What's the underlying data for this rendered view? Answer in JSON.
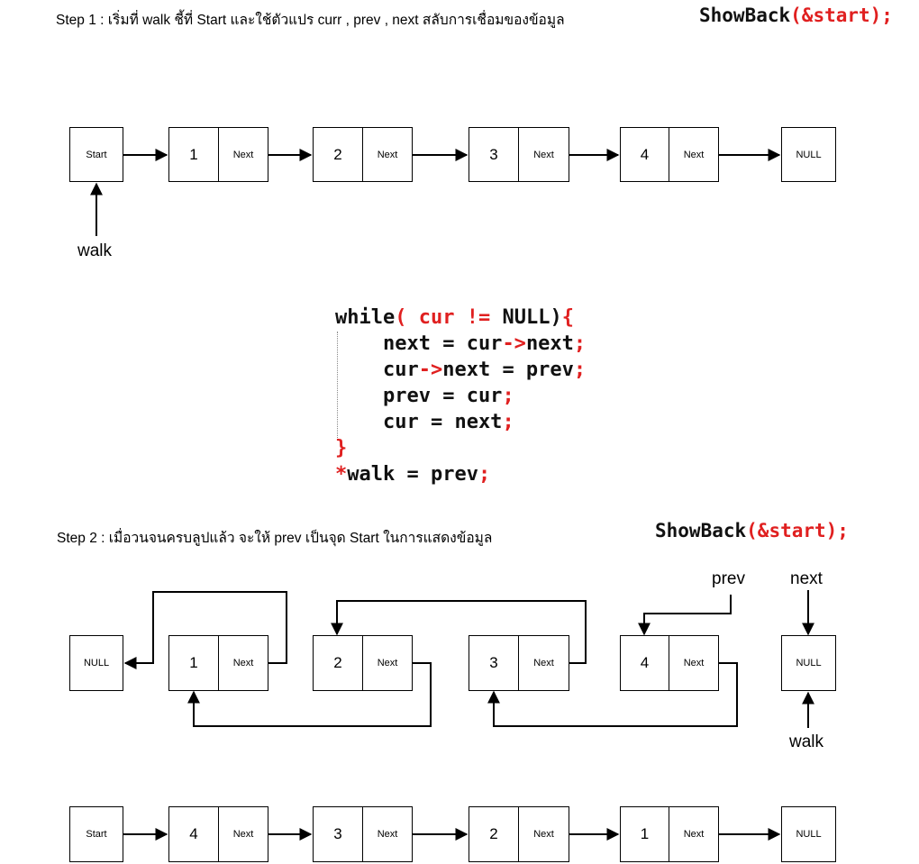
{
  "step1": {
    "text": "Step 1 : เริ่มที่ walk ชี้ที่ Start  และใช้ตัวแปร curr , prev , next สลับการเชื่อมของข้อมูล",
    "call_name": "ShowBack",
    "call_args": "(&start);"
  },
  "list1": {
    "head": "Start",
    "nodes": [
      {
        "value": "1",
        "next": "Next"
      },
      {
        "value": "2",
        "next": "Next"
      },
      {
        "value": "3",
        "next": "Next"
      },
      {
        "value": "4",
        "next": "Next"
      }
    ],
    "tail": "NULL",
    "pointer": "walk"
  },
  "code": {
    "lines": [
      {
        "a": "while",
        "b": "( cur ",
        "c": "!=",
        "d": " NULL)",
        "e": "{"
      },
      {
        "a": "    next = cur",
        "b": "->",
        "c": "next",
        "d": ";",
        "e": ""
      },
      {
        "a": "    cur",
        "b": "->",
        "c": "next = prev",
        "d": ";",
        "e": ""
      },
      {
        "a": "    prev = cur",
        "b": ";",
        "c": "",
        "d": "",
        "e": ""
      },
      {
        "a": "    cur = next",
        "b": ";",
        "c": "",
        "d": "",
        "e": ""
      },
      {
        "a": "}",
        "b": "",
        "c": "",
        "d": "",
        "e": ""
      },
      {
        "a": "*",
        "b": "walk = prev",
        "c": ";",
        "d": "",
        "e": ""
      }
    ]
  },
  "step2": {
    "text": "Step 2 : เมื่อวนจนครบลูปแล้ว จะให้ prev เป็นจุด Start ในการแสดงข้อมูล",
    "call_name": "ShowBack",
    "call_args": "(&start);"
  },
  "list2": {
    "head": "NULL",
    "nodes": [
      {
        "value": "1",
        "next": "Next"
      },
      {
        "value": "2",
        "next": "Next"
      },
      {
        "value": "3",
        "next": "Next"
      },
      {
        "value": "4",
        "next": "Next"
      }
    ],
    "tail": "NULL",
    "prev_label": "prev",
    "next_label": "next",
    "walk_label": "walk"
  },
  "list3": {
    "head": "Start",
    "nodes": [
      {
        "value": "4",
        "next": "Next"
      },
      {
        "value": "3",
        "next": "Next"
      },
      {
        "value": "2",
        "next": "Next"
      },
      {
        "value": "1",
        "next": "Next"
      }
    ],
    "tail": "NULL"
  }
}
